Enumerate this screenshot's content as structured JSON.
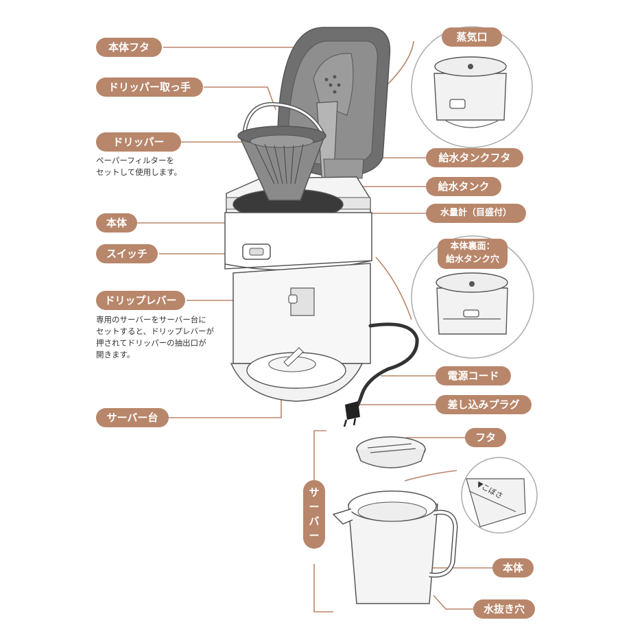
{
  "labels": {
    "lid": "本体フタ",
    "dripper_handle": "ドリッパー取っ手",
    "dripper": "ドリッパー",
    "dripper_note": [
      "ペーパーフィルターを",
      "セットして使用します。"
    ],
    "body": "本体",
    "switch": "スイッチ",
    "drip_lever": "ドリップレバー",
    "drip_lever_note": [
      "専用のサーバーをサーバー台に",
      "セットすると、ドリップレバーが",
      "押されてドリッパーの抽出口が",
      "開きます。"
    ],
    "server_stand": "サーバー台",
    "steam_port": "蒸気口",
    "tank_lid": "給水タンクフタ",
    "tank": "給水タンク",
    "water_gauge": "水量計（目盛付）",
    "rear_view": [
      "本体裏面：",
      "給水タンク穴"
    ],
    "power_cord": "電源コード",
    "plug": "差し込みプラグ",
    "server_lid": "フタ",
    "server_body": "本体",
    "drain_hole": "水抜き穴",
    "server_vertical": [
      "サ",
      "ー",
      "バ",
      "ー"
    ],
    "detail_text": "▼こぼさ"
  },
  "colors": {
    "accent": "#b8866a",
    "line": "#555555",
    "dark_fill": "#6f6f6f"
  }
}
